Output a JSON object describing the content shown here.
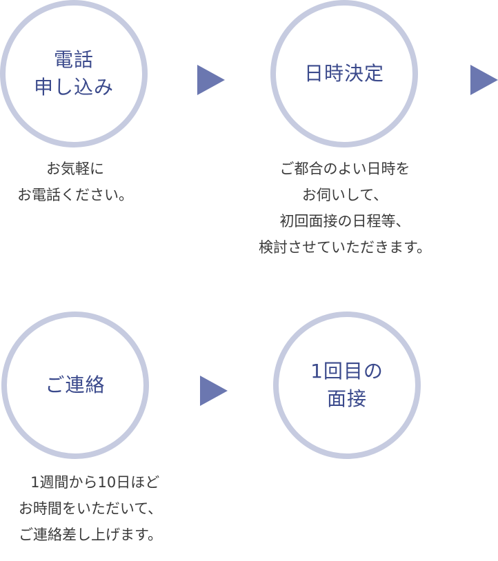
{
  "steps": [
    {
      "title": "電話\n申し込み",
      "description": "お気軽に\nお電話ください。"
    },
    {
      "title": "日時決定",
      "description": "ご都合のよい日時を\nお伺いして、\n初回面接の日程等、\n検討させていただきます。"
    },
    {
      "title": "ご連絡",
      "description": "  1週間から10日ほど\nお時間をいただいて、\nご連絡差し上げます。"
    },
    {
      "title": "1回目の\n面接",
      "description": ""
    }
  ],
  "colors": {
    "circle_border": "#c6cbe0",
    "title_text": "#3b4a8c",
    "arrow": "#6b77b0",
    "body_text": "#3a3a3a"
  }
}
